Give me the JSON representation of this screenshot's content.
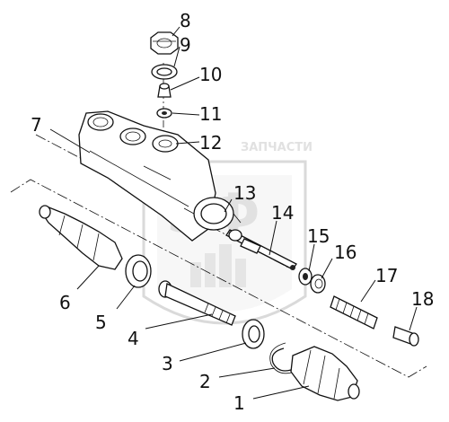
{
  "diagram": {
    "watermark": {
      "small_text": "ЗАПЧАСТИ",
      "big_text": "ЭФ"
    },
    "callouts": [
      {
        "id": "1",
        "label": "1"
      },
      {
        "id": "2",
        "label": "2"
      },
      {
        "id": "3",
        "label": "3"
      },
      {
        "id": "4",
        "label": "4"
      },
      {
        "id": "5",
        "label": "5"
      },
      {
        "id": "6",
        "label": "6"
      },
      {
        "id": "7",
        "label": "7"
      },
      {
        "id": "8",
        "label": "8"
      },
      {
        "id": "9",
        "label": "9"
      },
      {
        "id": "10",
        "label": "10"
      },
      {
        "id": "11",
        "label": "11"
      },
      {
        "id": "12",
        "label": "12"
      },
      {
        "id": "13",
        "label": "13"
      },
      {
        "id": "14",
        "label": "14"
      },
      {
        "id": "15",
        "label": "15"
      },
      {
        "id": "16",
        "label": "16"
      },
      {
        "id": "17",
        "label": "17"
      },
      {
        "id": "18",
        "label": "18"
      }
    ]
  }
}
